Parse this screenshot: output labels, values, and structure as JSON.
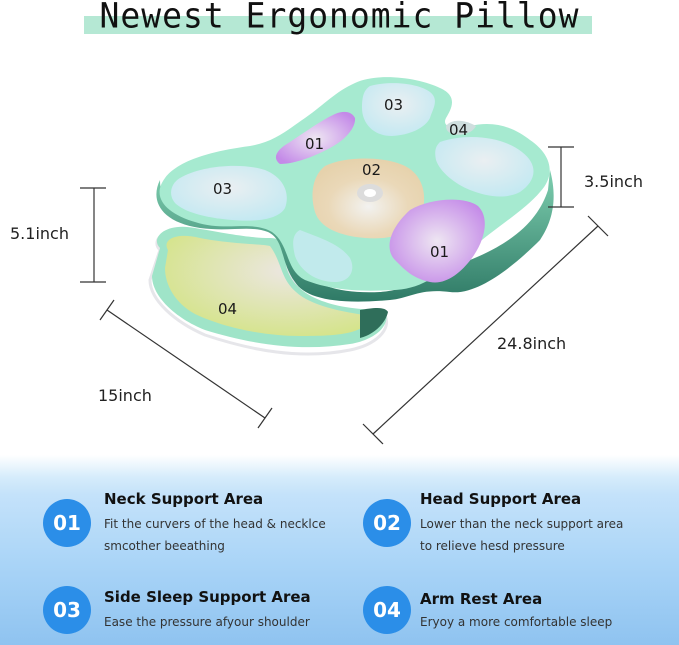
{
  "header": {
    "title": "Newest Ergonomic Pillow",
    "accent_band_color": "#b5e8d4"
  },
  "dimensions": {
    "height_left": "5.1inch",
    "height_right": "3.5inch",
    "width": "15inch",
    "length": "24.8inch"
  },
  "pillow": {
    "zones": [
      {
        "id": "03",
        "position": "top-right",
        "color": "#dfeef2"
      },
      {
        "id": "04",
        "position": "top-right-notch",
        "color": "#d8e6e6"
      },
      {
        "id": "01",
        "position": "top-left-purple",
        "color": "#c79ae8"
      },
      {
        "id": "02",
        "position": "center",
        "color": "#e8d6b4"
      },
      {
        "id": "03",
        "position": "left",
        "color": "#cfe8f2"
      },
      {
        "id": "01",
        "position": "right-purple",
        "color": "#c690ea"
      },
      {
        "id": "04",
        "position": "bottom-left",
        "color": "#d8e6a0"
      }
    ],
    "body_color": "#a6ead0"
  },
  "features": [
    {
      "number": "01",
      "title": "Neck Support Area",
      "desc_lines": [
        "Fit the curvers of the head & necklce",
        "smcother beeathing"
      ]
    },
    {
      "number": "02",
      "title": "Head Support Area",
      "desc_lines": [
        "Lower than the neck support area",
        "to relieve hesd pressure"
      ]
    },
    {
      "number": "03",
      "title": "Side Sleep Support Area",
      "desc_lines": [
        "Ease the pressure afyour shoulder"
      ]
    },
    {
      "number": "04",
      "title": "Arm Rest Area",
      "desc_lines": [
        "Eryoy a more comfortable sleep"
      ]
    }
  ],
  "colors": {
    "badge": "#2b8ee8",
    "panel_top": "#c4e2fa",
    "panel_bottom": "#8fc3f0"
  }
}
